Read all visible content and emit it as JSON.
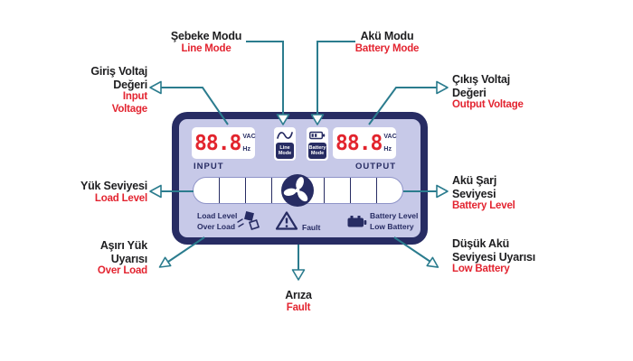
{
  "colors": {
    "arrow": "#2b7c8e",
    "label_black": "#1e1e20",
    "label_red": "#e32430",
    "lcd_frame": "#272c63",
    "lcd_screen": "#c7c9e8",
    "segment_red": "#e2242d"
  },
  "callouts": {
    "line_mode": {
      "t1": "Şebeke Modu",
      "s1": "Line Mode"
    },
    "battery_mode": {
      "t1": "Akü Modu",
      "s1": "Battery Mode"
    },
    "input_voltage": {
      "t1": "Giriş Voltaj",
      "t2": "Değeri",
      "s1": "Input",
      "s2": "Voltage"
    },
    "output_voltage": {
      "t1": "Çıkış Voltaj",
      "t2": "Değeri",
      "s1": "Output Voltage"
    },
    "load_level": {
      "t1": "Yük Seviyesi",
      "s1": "Load Level"
    },
    "battery_level": {
      "t1": "Akü Şarj",
      "t2": "Seviyesi",
      "s1": "Battery Level"
    },
    "over_load": {
      "t1": "Aşırı Yük",
      "t2": "Uyarısı",
      "s1": "Over Load"
    },
    "low_battery": {
      "t1": "Düşük Akü",
      "t2": "Seviyesi Uyarısı",
      "s1": "Low Battery"
    },
    "fault": {
      "t1": "Arıza",
      "s1": "Fault"
    }
  },
  "lcd": {
    "input": {
      "value": "88.8",
      "vac": "VAC",
      "hz": "Hz",
      "label": "INPUT"
    },
    "output": {
      "value": "88.8",
      "vac": "VAC",
      "hz": "Hz",
      "label": "OUTPUT"
    },
    "line_badge": {
      "l1": "Line",
      "l2": "Mode"
    },
    "battery_badge": {
      "l1": "Battery",
      "l2": "Mode"
    },
    "indicators": {
      "load_level": "Load Level",
      "over_load": "Over Load",
      "fault": "Fault",
      "battery_level": "Battery Level",
      "low_battery": "Low Battery"
    }
  }
}
